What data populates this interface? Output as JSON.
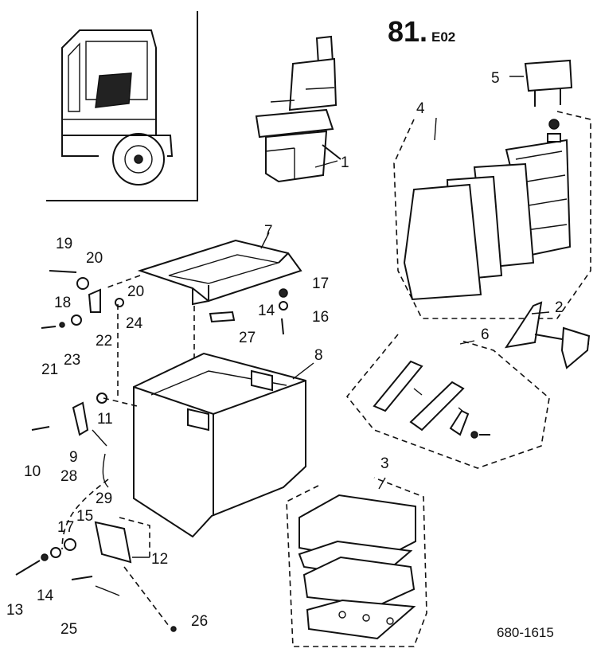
{
  "header": {
    "figure_number": "81.",
    "figure_suffix": "E02"
  },
  "footer": {
    "drawing_code": "680-1615"
  },
  "callouts": [
    "1",
    "2",
    "3",
    "4",
    "5",
    "6",
    "7",
    "8",
    "9",
    "10",
    "11",
    "12",
    "13",
    "14",
    "14",
    "15",
    "16",
    "17",
    "17",
    "18",
    "19",
    "20",
    "20",
    "21",
    "22",
    "23",
    "24",
    "25",
    "26",
    "27",
    "28",
    "29"
  ]
}
